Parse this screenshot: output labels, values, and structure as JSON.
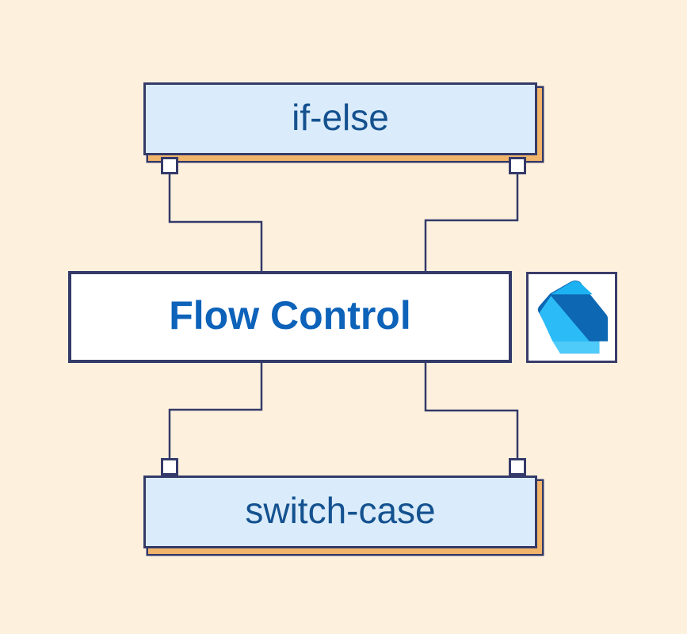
{
  "diagram": {
    "title_node": "Flow Control",
    "palette": {
      "background": "#fdf1de",
      "outline_navy": "#343a69",
      "shadow_orange": "#f1b46b",
      "child_node_fill": "#daecfb",
      "center_node_fill": "#ffffff",
      "child_text_color": "#14518f",
      "center_text_color": "#0d62b9"
    },
    "nodes": {
      "center": {
        "label": "Flow Control"
      },
      "top": {
        "label": "if-else"
      },
      "bottom": {
        "label": "switch-case"
      }
    },
    "logo": {
      "name": "dart-logo",
      "colors": {
        "dark": "#0d67b2",
        "top_facet": "#1cb2f1",
        "left_facet": "#2bbcf8",
        "bottom_strip": "#4fcbf9"
      }
    }
  }
}
